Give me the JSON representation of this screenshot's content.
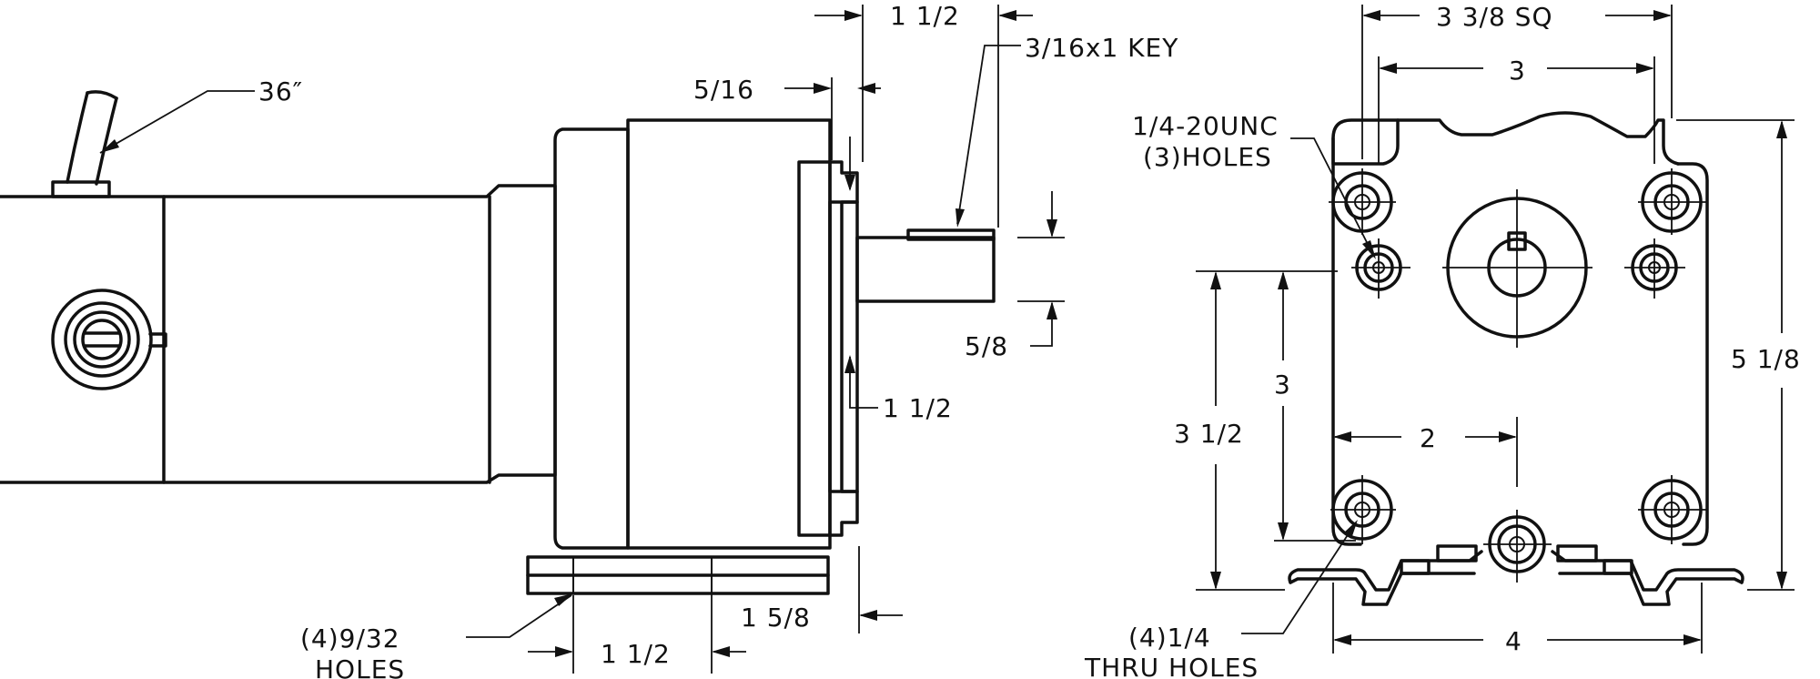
{
  "side_view": {
    "lead_length": "36″",
    "shaft_extension": "1 1/2",
    "key": "3/16x1 KEY",
    "pilot_depth": "5/16",
    "shaft_diameter": "5/8",
    "pilot_diameter": "1 1/2",
    "base_holes_count": "(4)9/32",
    "base_holes_word": "HOLES",
    "base_hole_spacing": "1 1/2",
    "base_to_flange": "1 5/8"
  },
  "end_view": {
    "flange_square": "3 3/8 SQ",
    "bolt_spacing_horizontal": "3",
    "tapped_holes_spec": "1/4-20UNC",
    "tapped_holes_count": "(3)HOLES",
    "bolt_spacing_vertical": "3",
    "shaft_center_height": "3 1/2",
    "shaft_offset": "2",
    "overall_height": "5 1/8",
    "thru_holes_count": "(4)1/4",
    "thru_holes_word": "THRU HOLES",
    "base_width": "4"
  }
}
